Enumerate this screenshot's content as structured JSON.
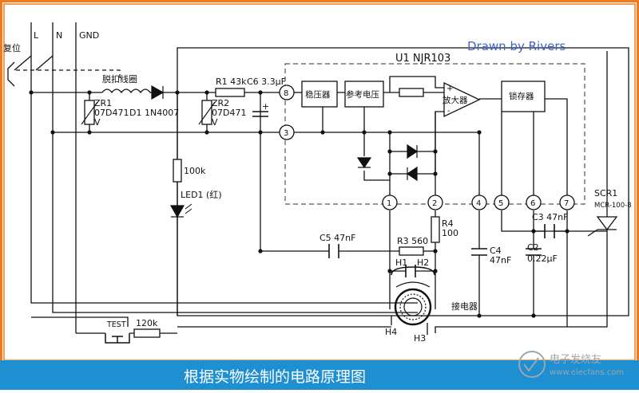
{
  "colors": {
    "border": "#f07a1e",
    "caption_bg": "#1e8fd0",
    "caption_text": "#ffffff",
    "credit_text": "#3f63c9",
    "line": "#111111",
    "module_dash": "#555555",
    "watermark": "#9aa7b2"
  },
  "watermark": {
    "credit": "Drawn by Rivers",
    "site_cn": "电子发烧友",
    "site_url": "www.elecfans.com",
    "icon": "electronic-logo-icon"
  },
  "caption": "根据实物绘制的电路原理图",
  "mains": {
    "L": "L",
    "N": "N",
    "GND": "GND",
    "reset": "复位"
  },
  "module": {
    "title": "U1 NJR103",
    "blocks": [
      "稳压器",
      "参考电压",
      "放大器",
      "锁存器"
    ],
    "amp_plus": "+",
    "amp_minus": "-",
    "pins": [
      "8",
      "3",
      "1",
      "2",
      "4",
      "5",
      "6",
      "7"
    ]
  },
  "components": {
    "trip_coil": "脱扣线圈",
    "zr1": [
      "ZR1",
      "07D471",
      "V"
    ],
    "d1": "D1 1N4007",
    "zr2": [
      "ZR2",
      "07D471",
      "V"
    ],
    "r1": "R1 43k",
    "c6": "C6 3.3μF",
    "r_led": "100k",
    "led1": "LED1 (红)",
    "r4": [
      "R4",
      "100"
    ],
    "c5": "C5 47nF",
    "r3": "R3 560",
    "h1": "H1",
    "h2": "H2",
    "c4": [
      "C4",
      "47nF"
    ],
    "c3": "C3 47nF",
    "c2": [
      "C2",
      "0.22μF"
    ],
    "scr1": [
      "SCR1",
      "MCR-100-8"
    ],
    "transformer": "接电器",
    "h3": "H3",
    "h4": "H4",
    "test": "TEST",
    "r_test": "120k"
  }
}
